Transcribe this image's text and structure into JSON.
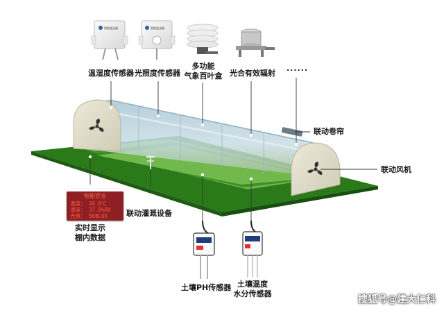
{
  "sensors_top": {
    "temp_humidity": "温湿度传感器",
    "light": "光照度传感器",
    "weather_box_line1": "多功能",
    "weather_box_line2": "气象百叶盒",
    "radiation": "光合有效辐射",
    "more": "......"
  },
  "devices": {
    "curtain": "联动卷帘",
    "fan": "联动风机",
    "irrigation": "联动灌溉设备"
  },
  "display": {
    "caption_line1": "实时显示",
    "caption_line2": "棚内数据",
    "panel_title": "智能农业",
    "row1": "温度：  26.0℃",
    "row2": "湿度：  37.8%RH",
    "row3": "光照：  568LUX"
  },
  "sensors_bottom": {
    "soil_ph": "土壤PH传感器",
    "soil_line1": "土壤温度",
    "soil_line2": "水分传感器"
  },
  "device_text": {
    "sensor_label": "智能变送器"
  },
  "watermark": "搜狐号@建大仁科",
  "colors": {
    "ground": "#2e7d1e",
    "strip": "#6fb94a",
    "glass": "#b9d2dc",
    "end": "#e2e0cc",
    "led": "#8e1f25"
  }
}
